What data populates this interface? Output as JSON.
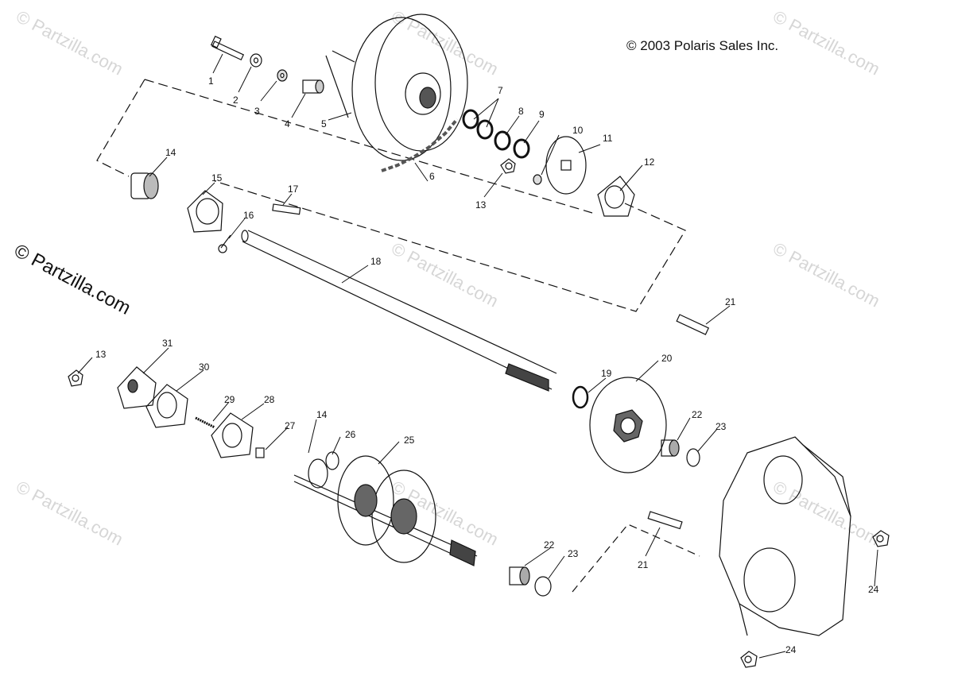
{
  "copyright": "© 2003 Polaris Sales Inc.",
  "watermark_main": "© Partzilla.com",
  "watermark": "© Partzilla.com",
  "callouts": [
    "1",
    "2",
    "3",
    "4",
    "5",
    "6",
    "7",
    "8",
    "9",
    "10",
    "11",
    "12",
    "13",
    "14",
    "15",
    "16",
    "17",
    "18",
    "19",
    "20",
    "21",
    "22",
    "23",
    "13",
    "31",
    "30",
    "29",
    "28",
    "27",
    "14",
    "26",
    "25",
    "22",
    "23",
    "21",
    "24",
    "24"
  ]
}
